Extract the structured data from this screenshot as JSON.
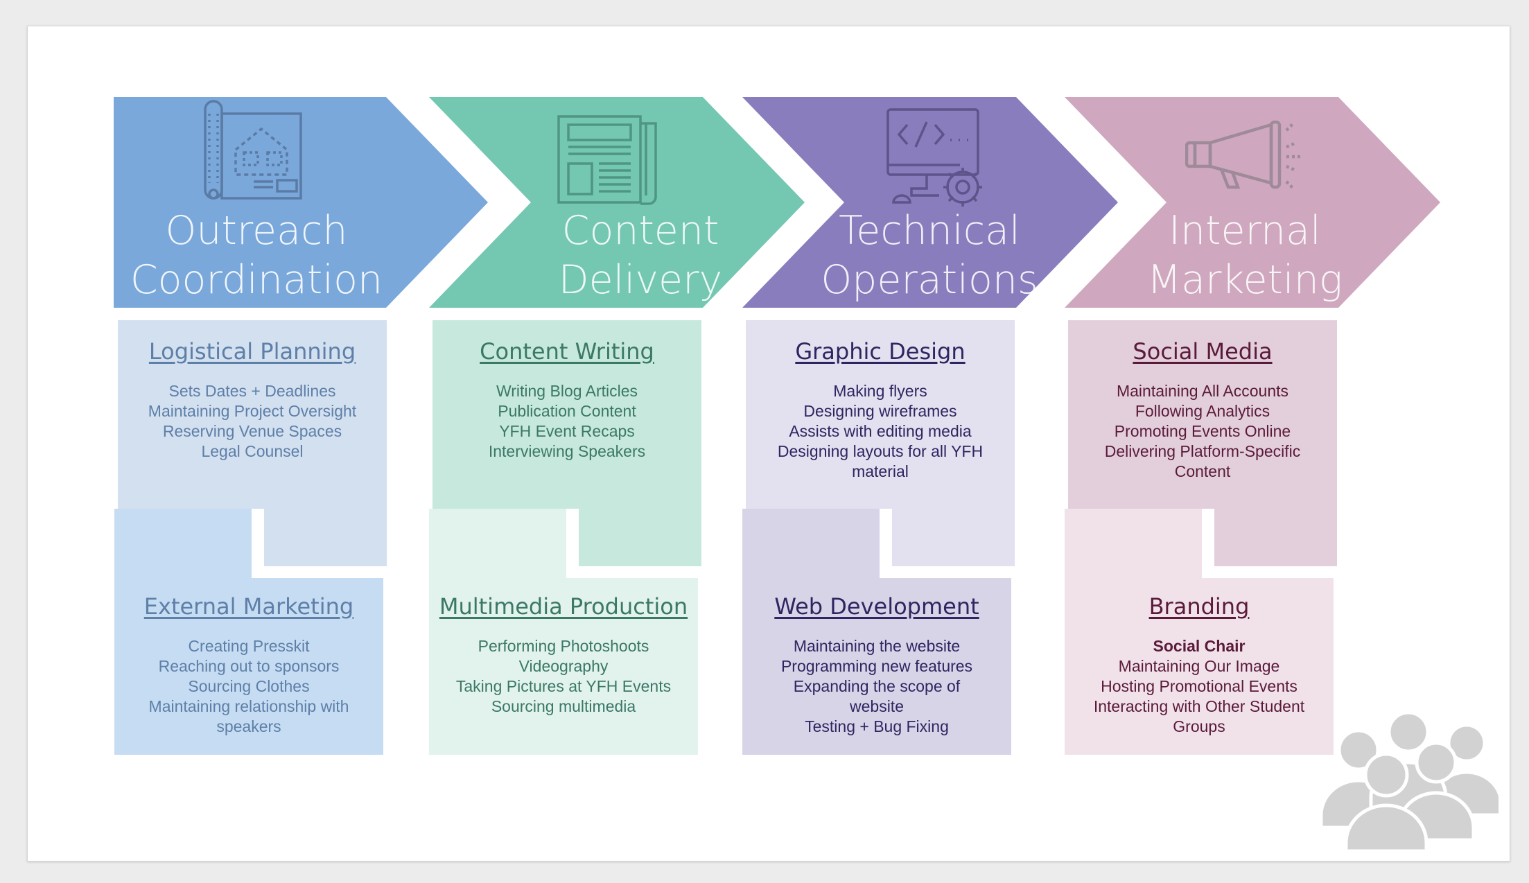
{
  "colors": {
    "outreach": "#7aa8da",
    "content": "#74c7b0",
    "technical": "#8a7dbd",
    "marketing": "#cfa8bf"
  },
  "columns": [
    {
      "id": "outreach",
      "title_line1": "Outreach",
      "title_line2": "Coordination",
      "icon": "blueprint-icon",
      "top": {
        "heading": "Logistical Planning",
        "items": [
          "Sets Dates + Deadlines",
          "Maintaining Project Oversight",
          "Reserving Venue Spaces",
          "Legal Counsel"
        ]
      },
      "bottom": {
        "heading": "External Marketing",
        "items": [
          "Creating Presskit",
          "Reaching out to sponsors",
          "Sourcing Clothes",
          "Maintaining relationship with",
          "speakers"
        ]
      }
    },
    {
      "id": "content",
      "title_line1": "Content",
      "title_line2": "Delivery",
      "icon": "newspaper-icon",
      "top": {
        "heading": "Content Writing",
        "items": [
          "Writing Blog Articles",
          "Publication Content",
          "YFH Event Recaps",
          "Interviewing Speakers"
        ]
      },
      "bottom": {
        "heading": "Multimedia Production",
        "items": [
          "Performing Photoshoots",
          "Videography",
          "Taking Pictures at YFH Events",
          "Sourcing multimedia"
        ]
      }
    },
    {
      "id": "technical",
      "title_line1": "Technical",
      "title_line2": "Operations",
      "icon": "code-monitor-icon",
      "top": {
        "heading": "Graphic Design",
        "items": [
          "Making flyers",
          "Designing wireframes",
          "Assists with editing media",
          "Designing layouts for all YFH",
          "material"
        ]
      },
      "bottom": {
        "heading": "Web Development",
        "items": [
          "Maintaining the website",
          "Programming new features",
          "Expanding the scope of",
          "website",
          "Testing + Bug Fixing"
        ]
      }
    },
    {
      "id": "marketing",
      "title_line1": "Internal",
      "title_line2": "Marketing",
      "icon": "megaphone-icon",
      "top": {
        "heading": "Social Media",
        "items": [
          "Maintaining All Accounts",
          "Following Analytics",
          "Promoting Events Online",
          "Delivering Platform-Specific",
          "Content"
        ]
      },
      "bottom": {
        "heading": "Branding",
        "bold_item": "Social Chair",
        "items": [
          "Maintaining Our Image",
          "Hosting Promotional Events",
          "Interacting with Other Student",
          "Groups"
        ]
      }
    }
  ],
  "decor": {
    "team_icon": "people-group-icon"
  }
}
